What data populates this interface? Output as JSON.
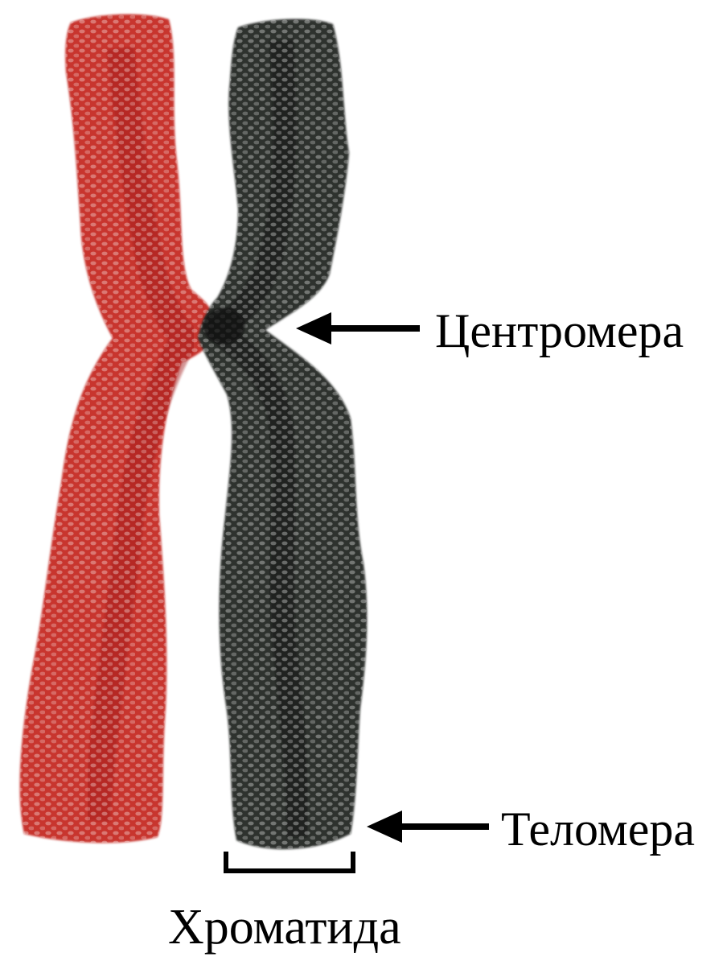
{
  "labels": {
    "centromere": "Центромера",
    "telomere": "Теломера",
    "chromatid": "Хроматида"
  },
  "colors": {
    "chromatid_left": "#c8342e",
    "chromatid_right": "#2e332e",
    "background": "#ffffff",
    "annotation": "#000000"
  },
  "icons": {
    "centromere_pointer": "arrow-left-icon",
    "telomere_pointer": "arrow-left-icon",
    "chromatid_bracket": "bracket-icon"
  }
}
